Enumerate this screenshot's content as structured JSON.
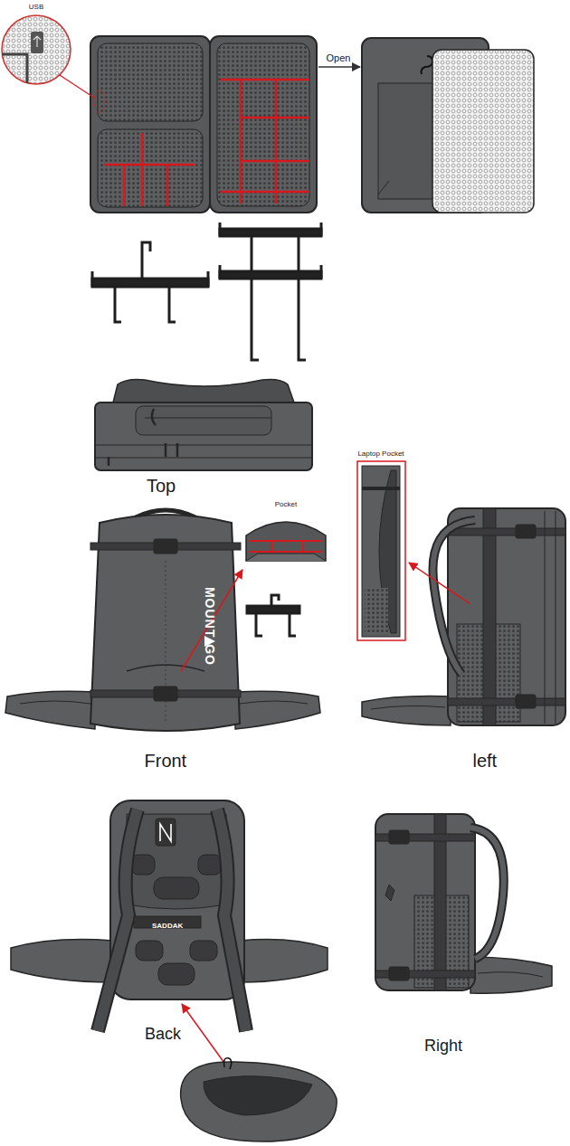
{
  "diagram": {
    "nodes": [
      {
        "text": [
          "USB"
        ]
      },
      {
        "text": [
          "Pocket"
        ]
      },
      {
        "text": [
          "Laptop Pocket"
        ]
      }
    ],
    "labels": [
      "Open",
      "Top",
      "MOUNT",
      "GO",
      "Front",
      "left",
      "Back",
      "SADDAK",
      "Right"
    ]
  }
}
